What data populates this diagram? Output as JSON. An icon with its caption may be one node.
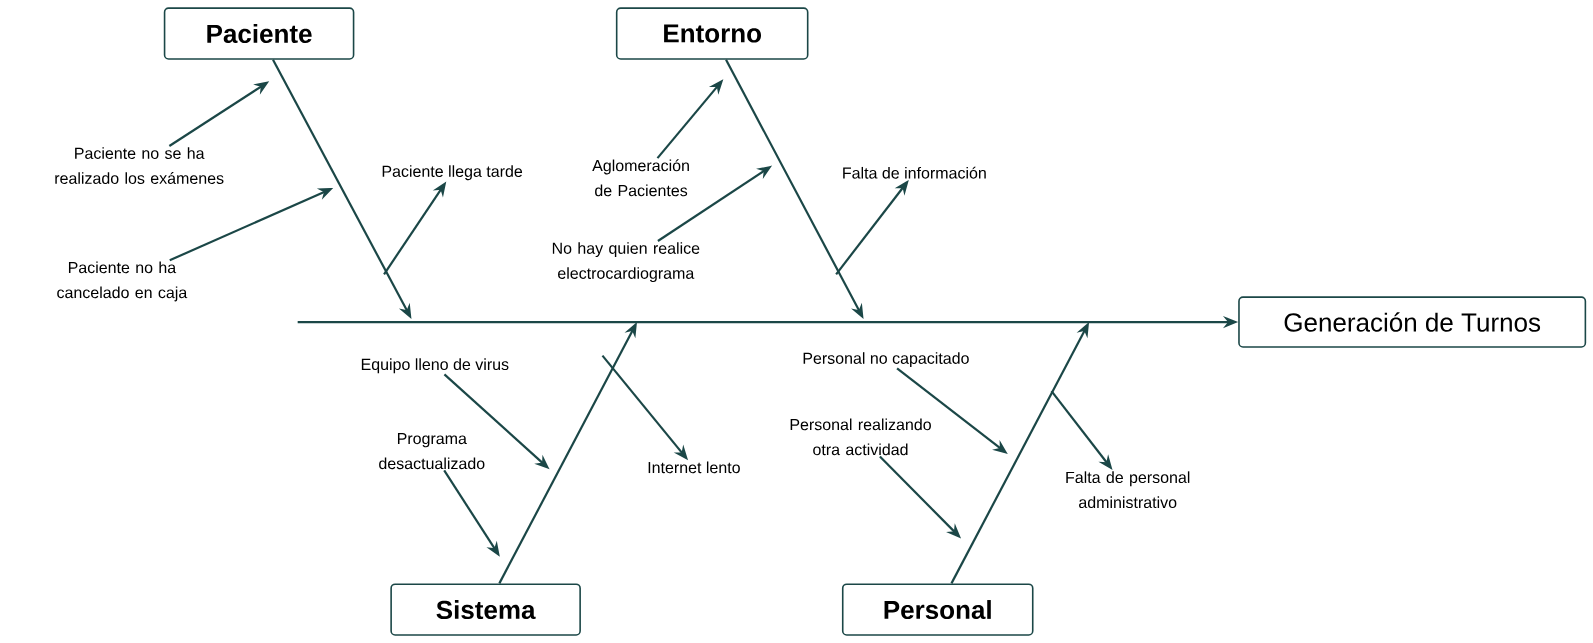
{
  "diagram": {
    "nodes": [
      {
        "text": [
          "Paciente"
        ]
      },
      {
        "text": [
          "Entorno"
        ]
      },
      {
        "text": [
          "Sistema"
        ]
      },
      {
        "text": [
          "Personal"
        ]
      },
      {
        "text": [
          "Generación de Turnos"
        ]
      },
      {
        "text": [
          "Paciente no se ha realizado los exámenes"
        ]
      },
      {
        "text": [
          "Paciente no ha cancelado en caja"
        ]
      },
      {
        "text": [
          "Paciente llega tarde"
        ]
      },
      {
        "text": [
          "Aglomeración de Pacientes"
        ]
      },
      {
        "text": [
          "No hay quien realice electrocardiograma"
        ]
      },
      {
        "text": [
          "Falta de información"
        ]
      },
      {
        "text": [
          "Equipo lleno de virus"
        ]
      },
      {
        "text": [
          "Programa desactualizado"
        ]
      },
      {
        "text": [
          "Internet lento"
        ]
      },
      {
        "text": [
          "Personal no capacitado"
        ]
      },
      {
        "text": [
          "Personal realizando otra actividad"
        ]
      },
      {
        "text": [
          "Falta de personal administrativo"
        ]
      }
    ],
    "edges": [
      {
        "from": null,
        "to": 4,
        "arrow": "to"
      },
      {
        "from": 0,
        "to": null,
        "arrow": "to"
      },
      {
        "from": 1,
        "to": null,
        "arrow": "to"
      },
      {
        "from": 2,
        "to": null,
        "arrow": "to"
      },
      {
        "from": 3,
        "to": null,
        "arrow": "to"
      },
      {
        "from": 5,
        "to": null,
        "arrow": "to"
      },
      {
        "from": 6,
        "to": null,
        "arrow": "to"
      },
      {
        "from": null,
        "to": 7,
        "arrow": "to"
      },
      {
        "from": 8,
        "to": null,
        "arrow": "to"
      },
      {
        "from": 9,
        "to": null,
        "arrow": "to"
      },
      {
        "from": null,
        "to": 10,
        "arrow": "to"
      },
      {
        "from": 11,
        "to": null,
        "arrow": "to"
      },
      {
        "from": 12,
        "to": null,
        "arrow": "to"
      },
      {
        "from": null,
        "to": 13,
        "arrow": "to"
      },
      {
        "from": 14,
        "to": null,
        "arrow": "to"
      },
      {
        "from": 15,
        "to": null,
        "arrow": "to"
      },
      {
        "from": null,
        "to": 16,
        "arrow": "to"
      }
    ]
  }
}
